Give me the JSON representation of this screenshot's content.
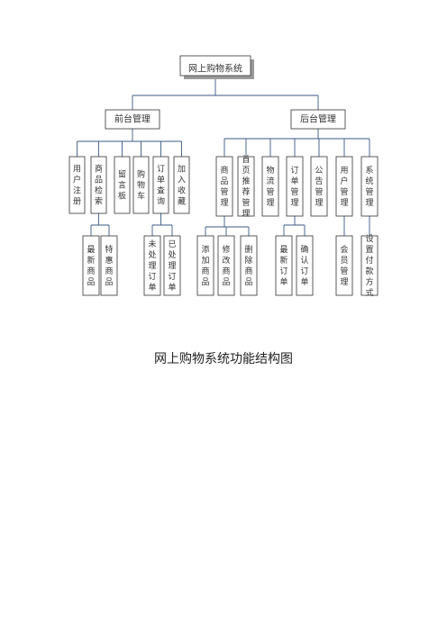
{
  "diagram": {
    "root": {
      "label": "网上购物系统"
    },
    "frontend": {
      "label": "前台管理"
    },
    "backend": {
      "label": "后台管理"
    },
    "frontend_modules": [
      {
        "label": "用户注册"
      },
      {
        "label": "商品检索"
      },
      {
        "label": "留言板"
      },
      {
        "label": "购物车"
      },
      {
        "label": "订单查询"
      },
      {
        "label": "加入收藏"
      }
    ],
    "backend_modules": [
      {
        "label": "商品管理"
      },
      {
        "label": "首页推荐管理"
      },
      {
        "label": "物流管理"
      },
      {
        "label": "订单管理"
      },
      {
        "label": "公告管理"
      },
      {
        "label": "用户管理"
      },
      {
        "label": "系统管理"
      }
    ],
    "leaves": [
      {
        "label": "最新商品"
      },
      {
        "label": "特惠商品"
      },
      {
        "label": "未处理订单"
      },
      {
        "label": "已处理订单"
      },
      {
        "label": "添加商品"
      },
      {
        "label": "修改商品"
      },
      {
        "label": "删除商品"
      },
      {
        "label": "最新订单"
      },
      {
        "label": "确认订单"
      },
      {
        "label": "会员管理"
      },
      {
        "label": "设置付款方式"
      }
    ]
  },
  "caption": "网上购物系统功能结构图",
  "colors": {
    "connector": "#3b5a86",
    "border": "#333333",
    "shadow": "#9a9a9a"
  }
}
